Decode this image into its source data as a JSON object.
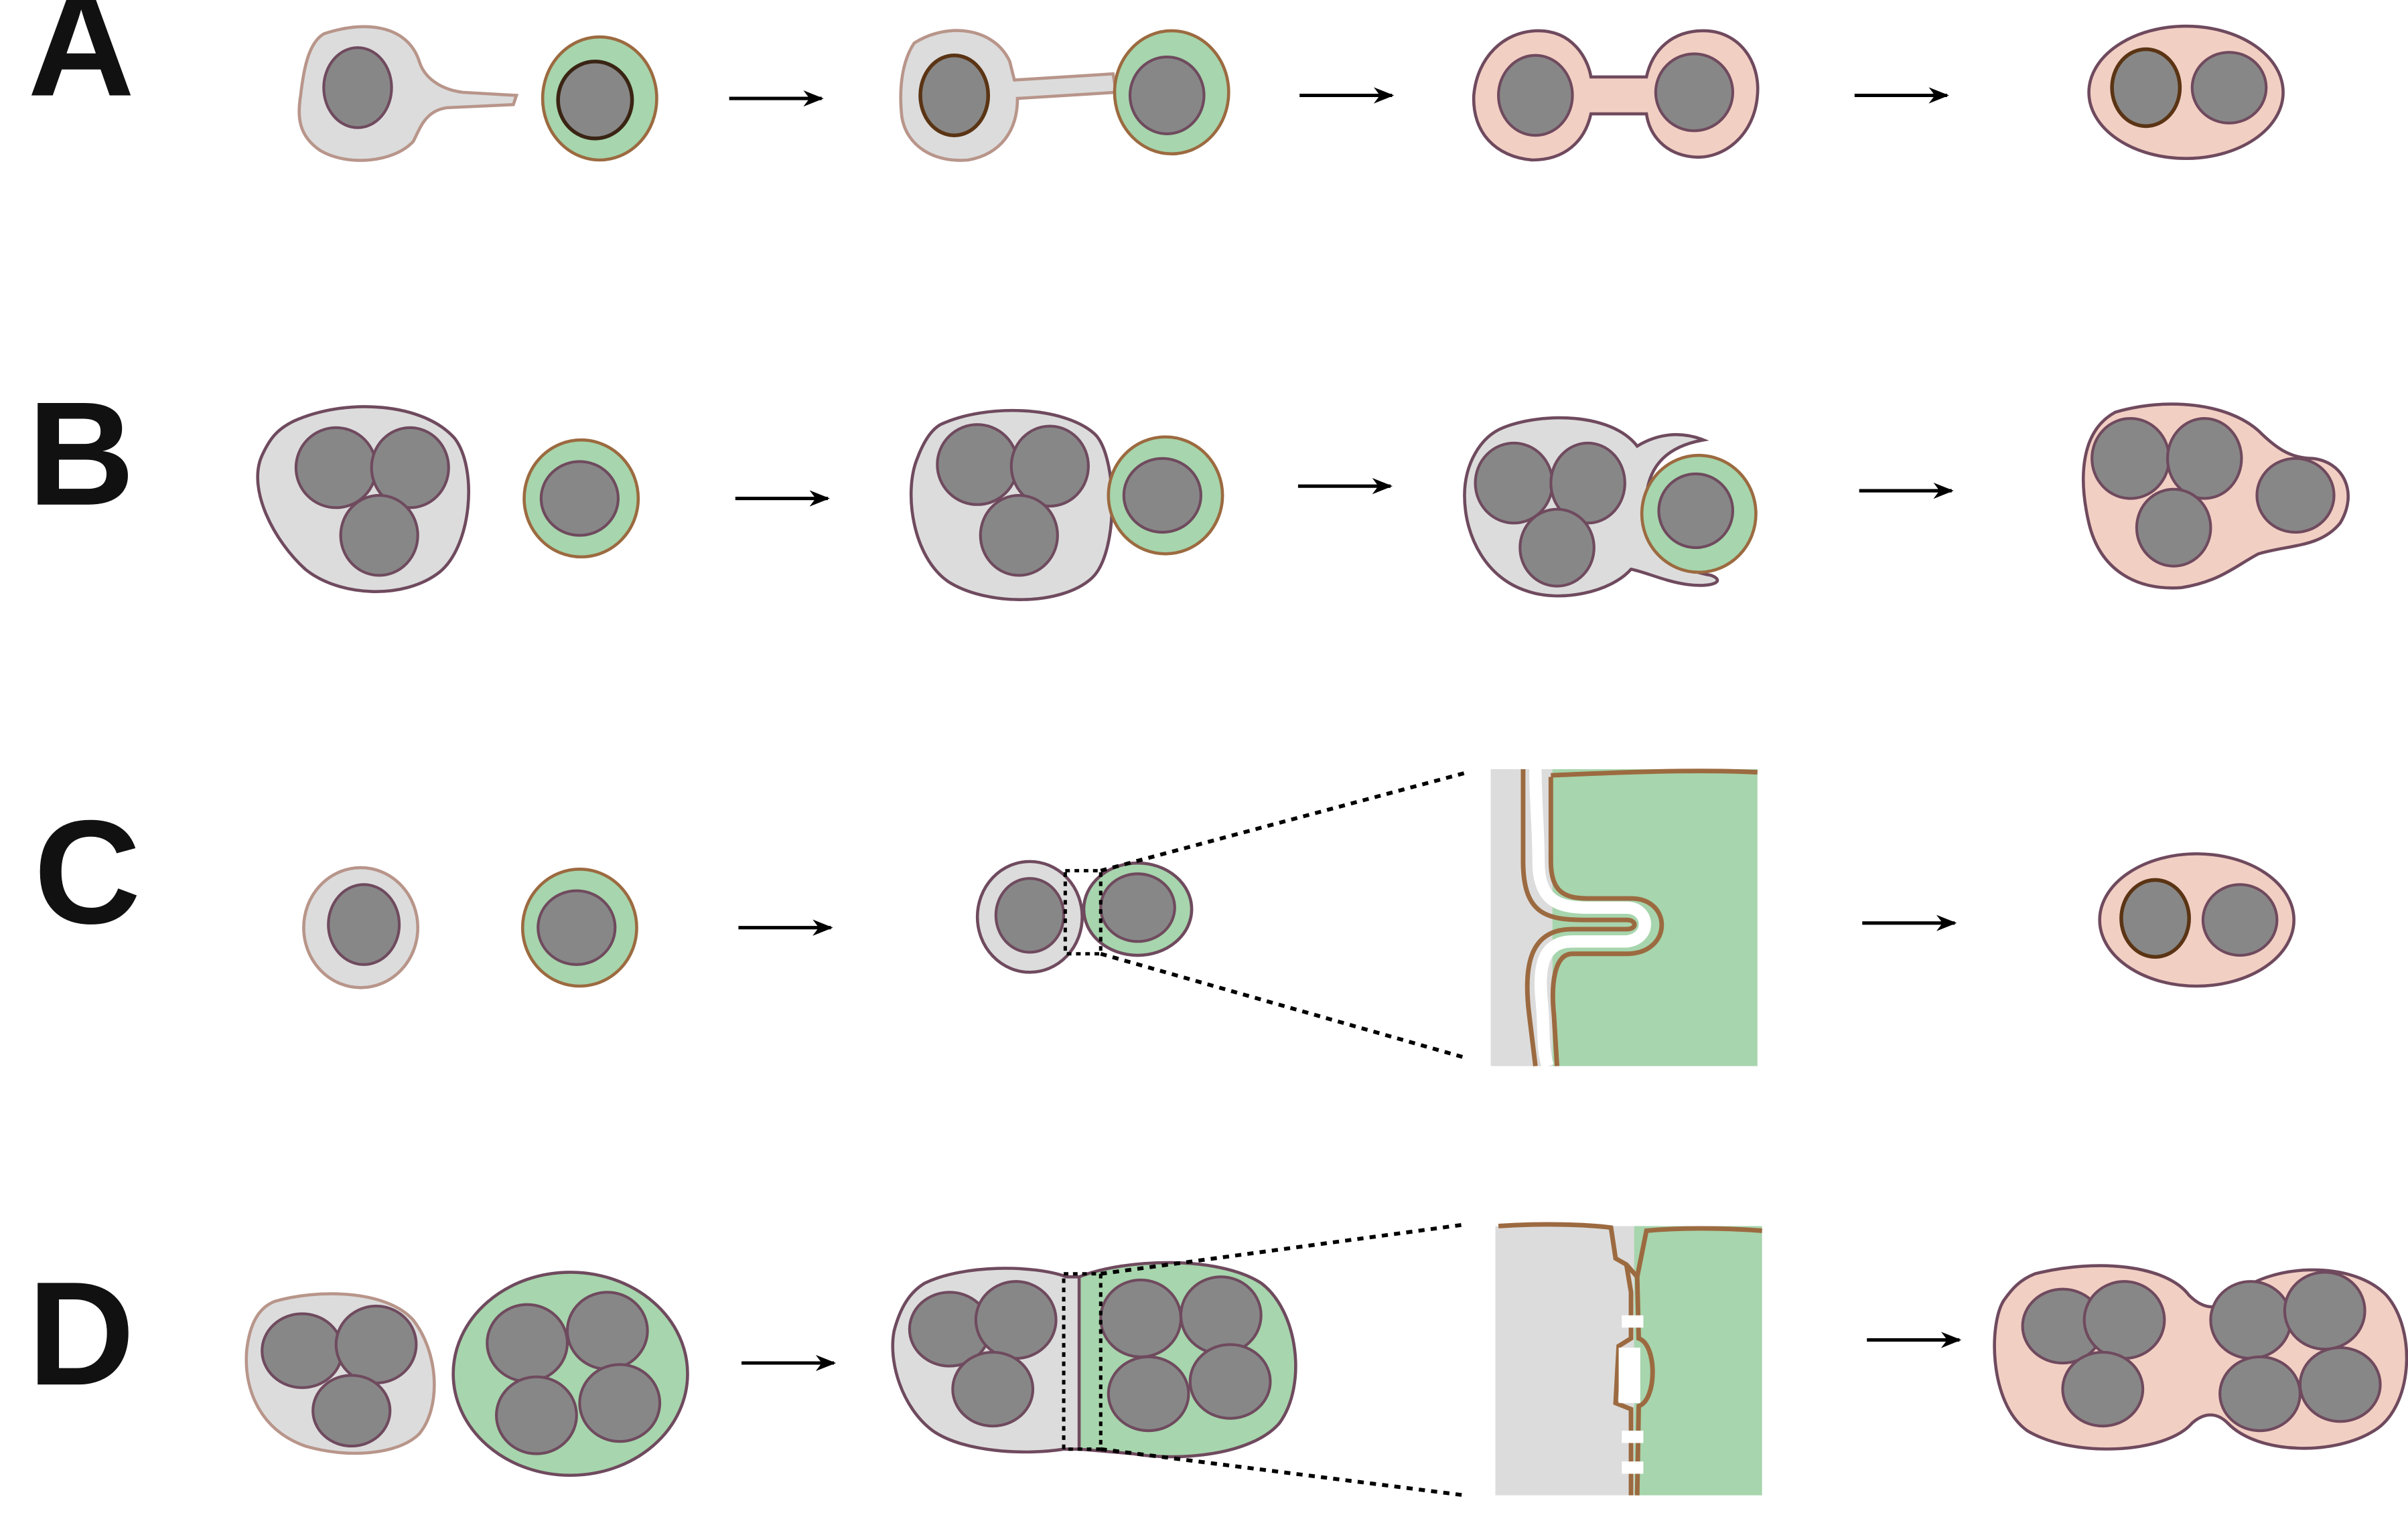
{
  "rows": [
    {
      "label": "A"
    },
    {
      "label": "B"
    },
    {
      "label": "C"
    },
    {
      "label": "D"
    }
  ],
  "colors": {
    "cell_gray": "#dcdcdc",
    "cell_green": "#a7d5ad",
    "cell_fused": "#f2cfc3",
    "nucleus": "#878787",
    "outline_purple": "#6f4a5e",
    "outline_brown": "#9c6a40",
    "outline_tan": "#b8958a",
    "arrow": "#000000"
  }
}
